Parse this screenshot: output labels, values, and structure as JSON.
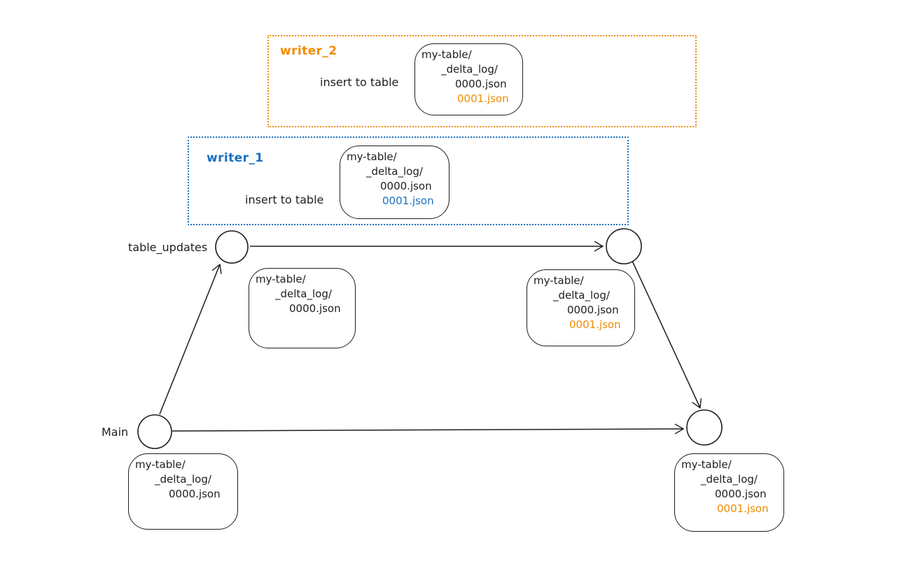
{
  "colors": {
    "orange": "#f08c00",
    "blue": "#1971c2",
    "ink": "#1e1e1e",
    "background": "#ffffff"
  },
  "writer_2": {
    "label": "writer_2",
    "action": "insert to table"
  },
  "writer_1": {
    "label": "writer_1",
    "action": "insert to table"
  },
  "branches": {
    "table_updates": "table_updates",
    "main": "Main"
  },
  "cards": {
    "writer_2": {
      "root": "my-table/",
      "log": "_delta_log/",
      "f0": "0000.json",
      "f1": "0001.json"
    },
    "writer_1": {
      "root": "my-table/",
      "log": "_delta_log/",
      "f0": "0000.json",
      "f1": "0001.json"
    },
    "table_updates_v0": {
      "root": "my-table/",
      "log": "_delta_log/",
      "f0": "0000.json"
    },
    "table_updates_v1": {
      "root": "my-table/",
      "log": "_delta_log/",
      "f0": "0000.json",
      "f1": "0001.json"
    },
    "main_v0": {
      "root": "my-table/",
      "log": "_delta_log/",
      "f0": "0000.json"
    },
    "main_v1": {
      "root": "my-table/",
      "log": "_delta_log/",
      "f0": "0000.json",
      "f1": "0001.json"
    }
  }
}
